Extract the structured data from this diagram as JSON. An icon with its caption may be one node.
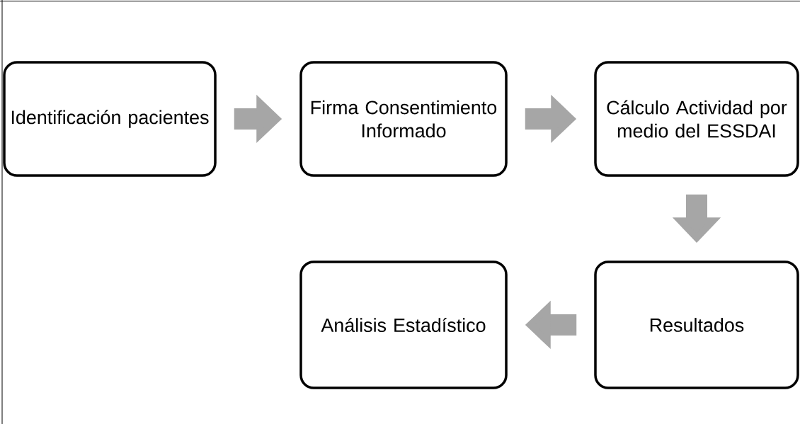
{
  "diagram": {
    "nodes": [
      {
        "text": [
          "Identificación pacientes"
        ]
      },
      {
        "text": [
          "Firma Consentimiento Informado"
        ]
      },
      {
        "text": [
          "Cálculo Actividad por medio del ESSDAI"
        ]
      },
      {
        "text": [
          "Resultados"
        ]
      },
      {
        "text": [
          "Análisis Estadístico"
        ]
      }
    ],
    "edges": [
      {
        "from": 0,
        "to": 1,
        "arrow": "to"
      },
      {
        "from": 1,
        "to": 2,
        "arrow": "to"
      },
      {
        "from": 2,
        "to": 3,
        "arrow": "to"
      },
      {
        "from": 3,
        "to": 4,
        "arrow": "to"
      }
    ]
  }
}
